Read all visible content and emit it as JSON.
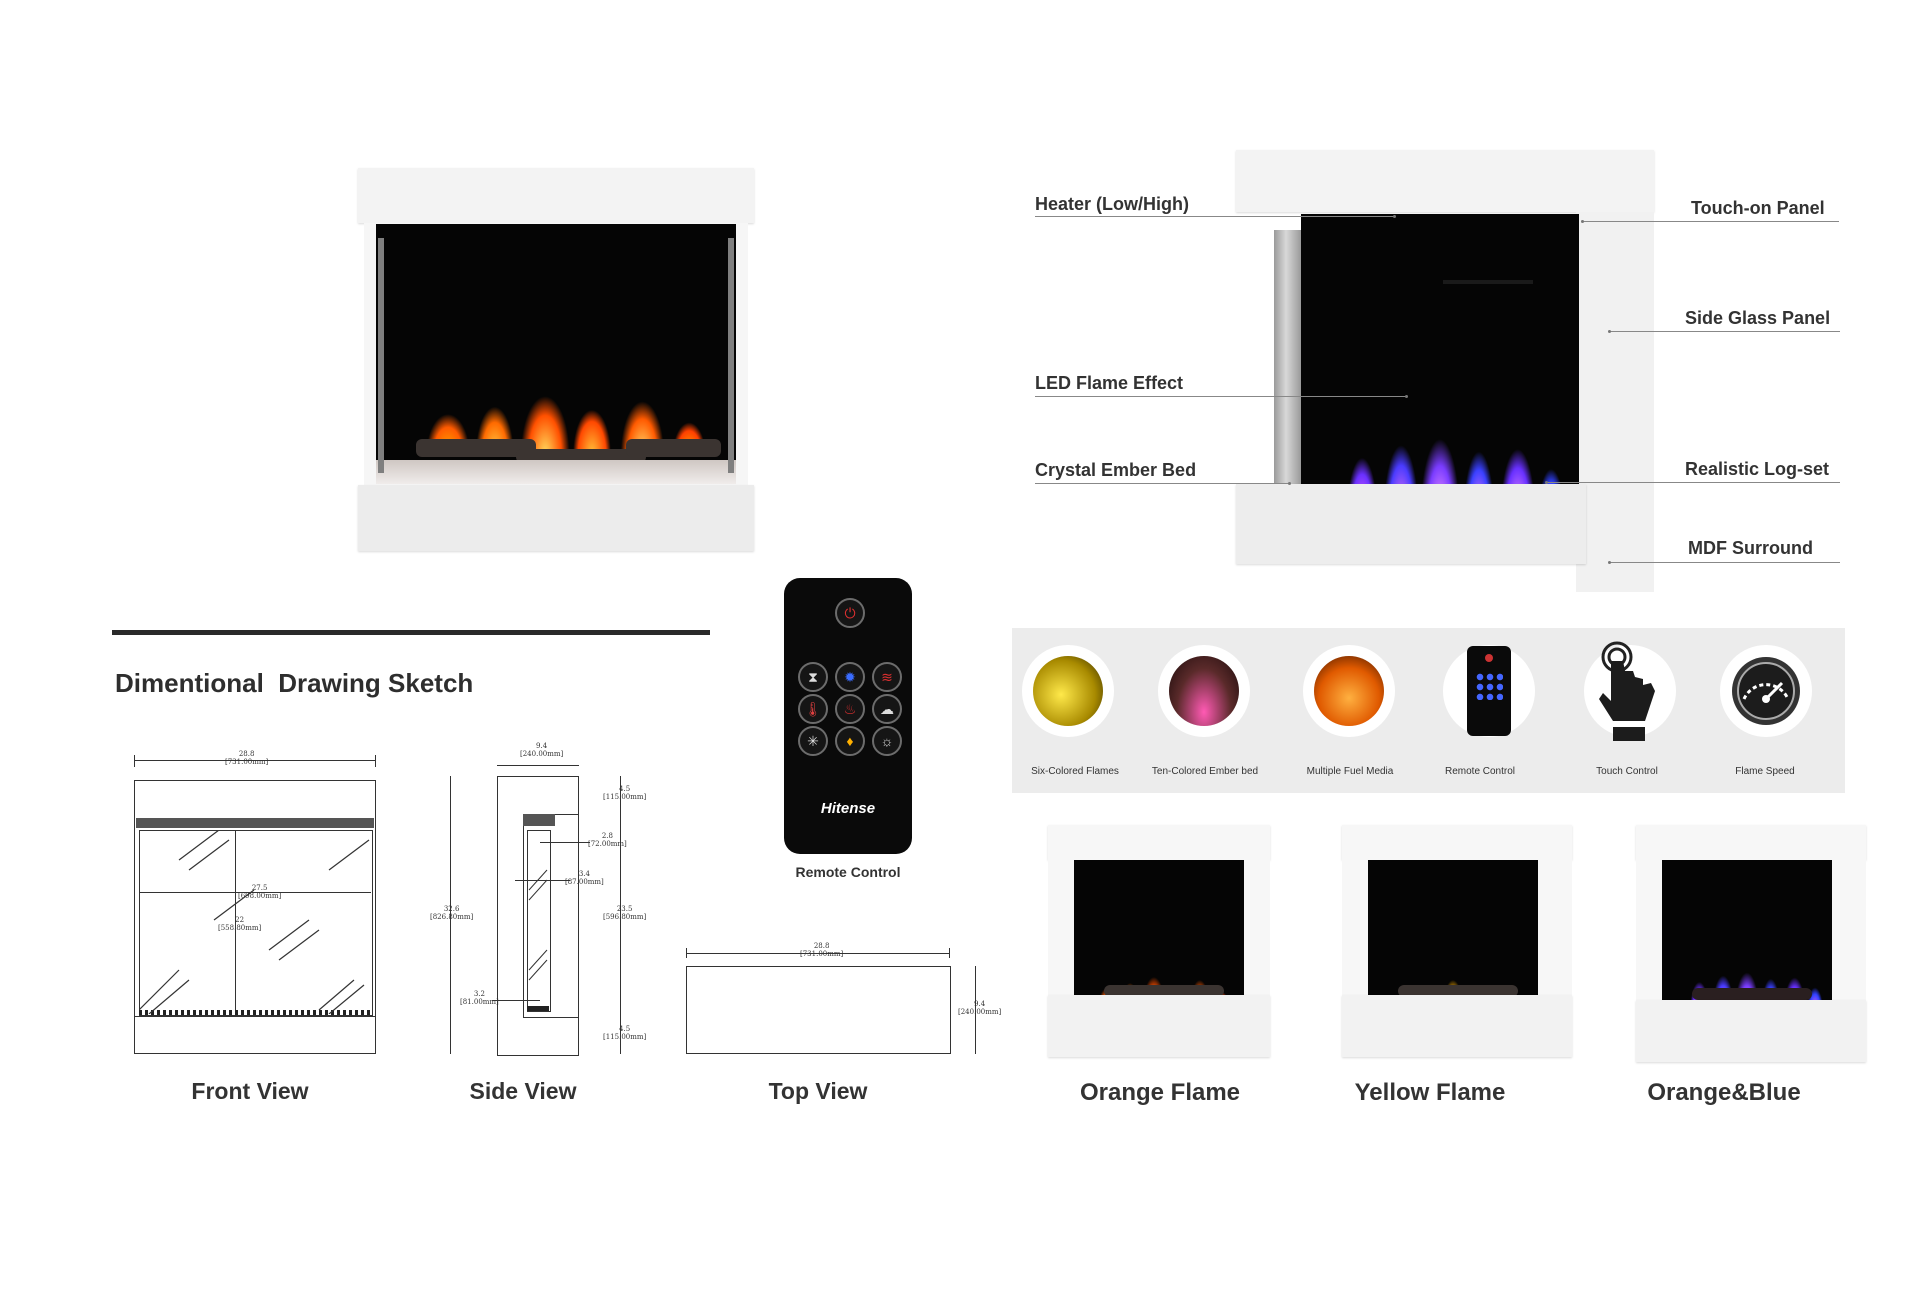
{
  "callouts": {
    "heater": "Heater (Low/High)",
    "led_flame": "LED Flame Effect",
    "ember_bed": "Crystal Ember Bed",
    "touch_panel": "Touch-on Panel",
    "side_glass": "Side Glass Panel",
    "log_set": "Realistic Log-set",
    "surround": "MDF Surround"
  },
  "section_title": "Dimentional  Drawing Sketch",
  "remote": {
    "brand": "Hitense",
    "caption": "Remote Control",
    "button_icons": [
      "power-icon",
      "timer-icon",
      "flame-color-icon",
      "heat-icon",
      "thermometer-icon",
      "fire-icon",
      "brightness-icon",
      "flame-speed-icon",
      "ember-icon",
      "light-icon"
    ]
  },
  "views": {
    "front": {
      "label": "Front View",
      "width": "28.8\n[731.00mm]",
      "glass_w": "27.5\n[698.00mm]",
      "glass_h": "22\n[558.80mm]"
    },
    "side": {
      "label": "Side View",
      "top": "9.4\n[240.00mm]",
      "height": "32.6\n[826.80mm]",
      "top_gap": "4.5\n[115.00mm]",
      "d1": "2.8\n[72.00mm]",
      "d2": "3.4\n[87.00mm]",
      "inner_h": "23.5\n[596.80mm]",
      "bottom_gap": "4.5\n[115.00mm]",
      "d3": "3.2\n[81.00mm]"
    },
    "top": {
      "label": "Top View",
      "width": "28.8\n[731.00mm]",
      "depth": "9.4\n[240.00mm]"
    }
  },
  "features": [
    {
      "label": "Six-Colored Flames",
      "icon": "yellow-flame-icon"
    },
    {
      "label": "Ten-Colored Ember bed",
      "icon": "ember-bed-icon"
    },
    {
      "label": "Multiple Fuel Media",
      "icon": "fuel-media-icon"
    },
    {
      "label": "Remote Control",
      "icon": "remote-icon"
    },
    {
      "label": "Touch Control",
      "icon": "touch-hand-icon"
    },
    {
      "label": "Flame Speed",
      "icon": "speedometer-icon"
    }
  ],
  "variants": [
    "Orange Flame",
    "Yellow Flame",
    "Orange&Blue"
  ]
}
